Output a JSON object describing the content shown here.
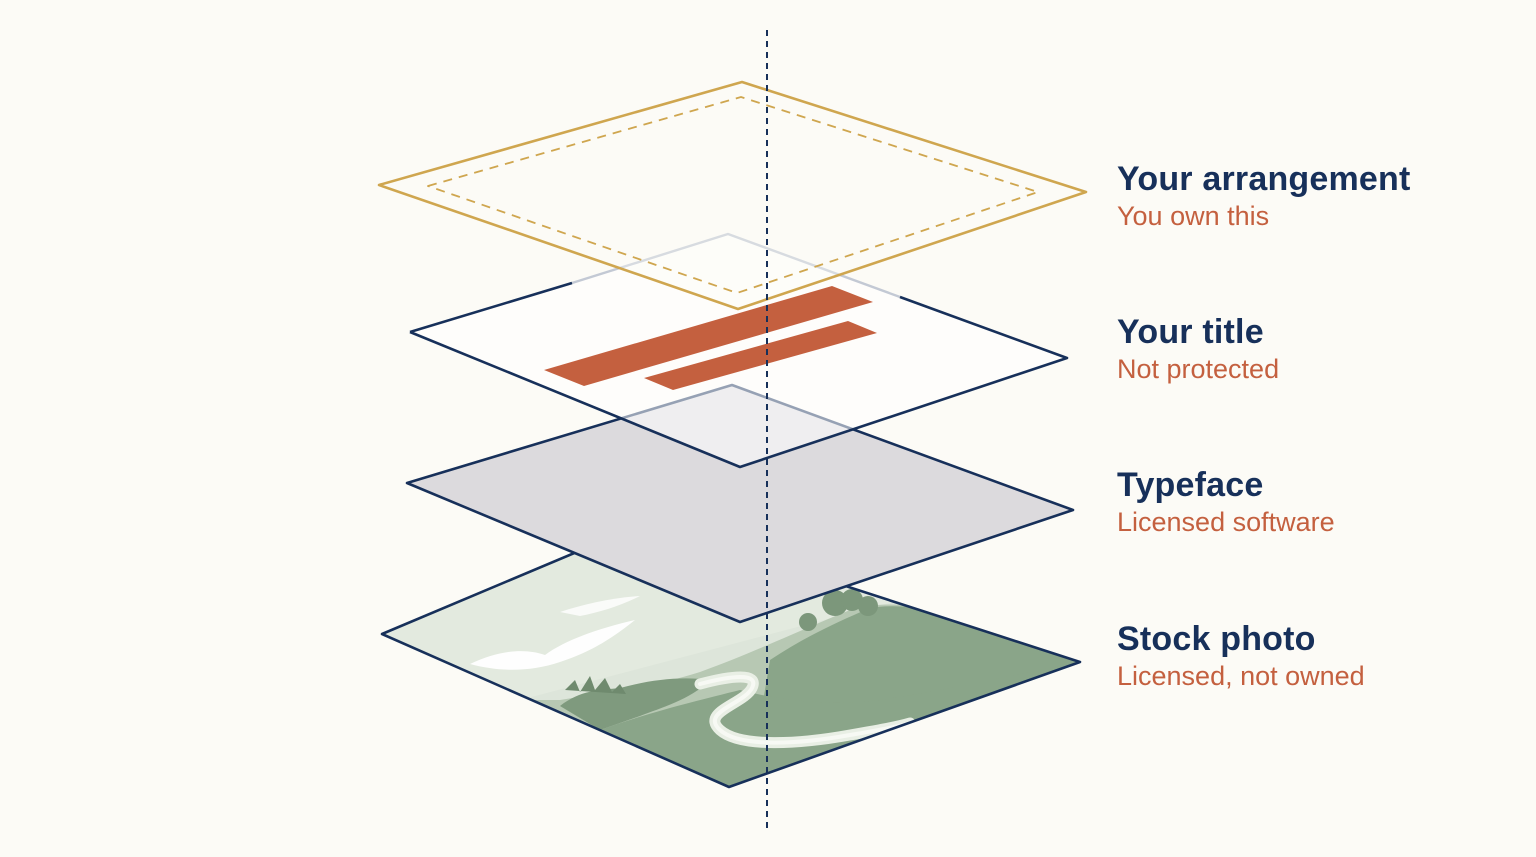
{
  "colors": {
    "background": "#fcfbf6",
    "navy": "#17305a",
    "orange": "#c4603f",
    "gold": "#cfa64f",
    "gray_fill": "#dcdadd",
    "photo_green": "#8aa589",
    "photo_light": "#d6e0d3"
  },
  "layers": [
    {
      "title": "Your arrangement",
      "subtitle": "You own this",
      "icon": "dashed-frame-icon"
    },
    {
      "title": "Your title",
      "subtitle": "Not protected",
      "icon": "title-bars-icon"
    },
    {
      "title": "Typeface",
      "subtitle": "Licensed software",
      "icon": "gray-plane-icon"
    },
    {
      "title": "Stock photo",
      "subtitle": "Licensed, not owned",
      "icon": "landscape-photo-icon"
    }
  ]
}
